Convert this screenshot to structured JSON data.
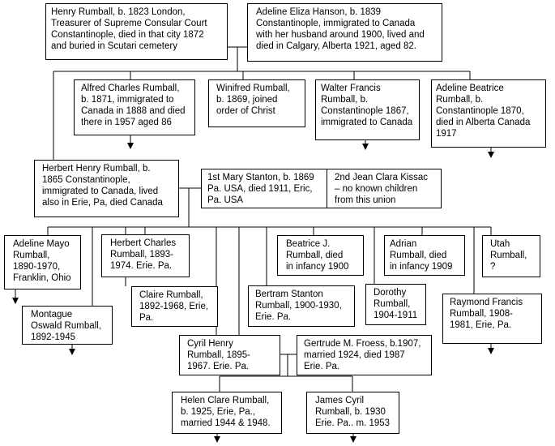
{
  "people": {
    "henry": "Henry Rumball, b. 1823 London,\nTreasurer of Supreme Consular Court\nConstantinople, died in that city 1872\nand buried in Scutari cemetery",
    "adeline_eliza": "Adeline Eliza Hanson, b. 1839\nConstantinople, immigrated to Canada\nwith her husband around 1900, lived and\ndied in Calgary, Alberta 1921, aged 82.",
    "alfred": "Alfred Charles Rumball,\nb. 1871, immigrated to\nCanada in 1888 and died\nthere in 1957 aged 86",
    "winifred": "Winifred Rumball,\nb. 1869, joined\norder of Christ",
    "walter": "Walter Francis\nRumball, b.\nConstantinople 1867,\nimmigrated to Canada",
    "adeline_beatrice": "Adeline Beatrice\nRumball, b.\nConstantinople 1870,\ndied in Alberta Canada\n1917",
    "herbert_henry": "Herbert Henry Rumball, b.\n1865 Constantinople,\nimmigrated to Canada, lived\nalso in Erie, Pa, died Canada",
    "mary": "1st Mary Stanton, b. 1869\nPa. USA, died 1911, Eric,\nPa. USA",
    "jean": "2nd Jean Clara Kissac\n– no known children\nfrom this union",
    "adeline_mayo": "Adeline Mayo\nRumball,\n1890-1970,\nFranklin, Ohio",
    "montague": "Montague\nOswald Rumball,\n1892-1945",
    "herbert_charles": "Herbert Charles\nRumball, 1893-\n1974. Erie. Pa.",
    "claire": "Claire Rumball,\n1892-1968, Erie,\nPa.",
    "cyril": "Cyril Henry\nRumball,  1895-\n1967. Erie. Pa.",
    "gertrude": "Gertrude M. Froess, b.1907,\nmarried 1924, died 1987\nErie. Pa.",
    "beatrice_j": "Beatrice J.\nRumball, died\nin infancy 1900",
    "bertram": "Bertram Stanton\nRumball, 1900-1930,\nErie. Pa.",
    "adrian": "Adrian\nRumball, died\nin infancy 1909",
    "dorothy": "Dorothy\nRumball,\n1904-1911",
    "utah": "Utah\nRumball,\n?",
    "raymond": "Raymond Francis\nRumball, 1908-\n1981, Erie, Pa.",
    "helen": "Helen Clare Rumball,\nb. 1925, Erie, Pa.,\nmarried 1944 & 1948.",
    "james": "James Cyril\nRumball, b. 1930\nErie. Pa.. m. 1953"
  }
}
